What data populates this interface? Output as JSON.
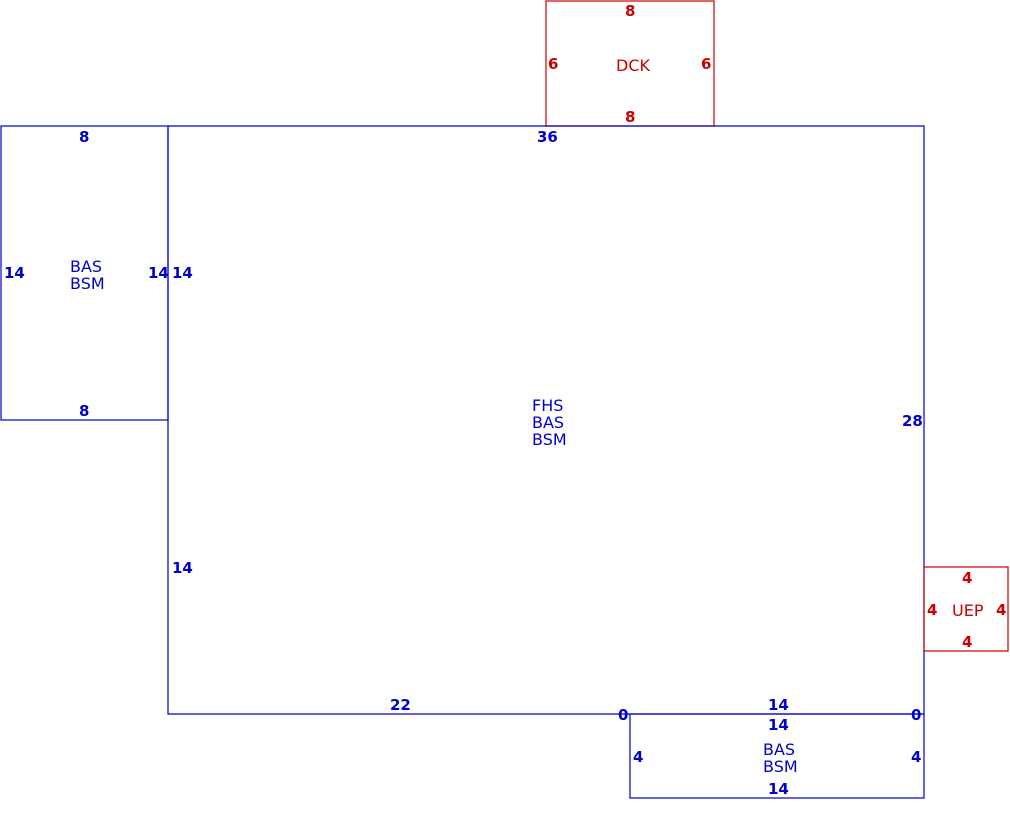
{
  "colors": {
    "main": "#0000cc",
    "addition": "#cc0000"
  },
  "areas": {
    "main": {
      "codes": [
        "FHS",
        "BAS",
        "BSM"
      ],
      "dims": {
        "top": "36",
        "right": "28",
        "bottom": "22",
        "left_upper": "14",
        "left_lower": "14"
      }
    },
    "left_wing": {
      "codes": [
        "BAS",
        "BSM"
      ],
      "dims": {
        "top": "8",
        "bottom": "8",
        "left": "14",
        "right": "14"
      }
    },
    "deck": {
      "codes": [
        "DCK"
      ],
      "dims": {
        "top": "8",
        "bottom": "8",
        "left": "6",
        "right": "6"
      }
    },
    "porch": {
      "codes": [
        "UEP"
      ],
      "dims": {
        "top": "4",
        "bottom": "4",
        "left": "4",
        "right": "4"
      }
    },
    "bottom_wing": {
      "codes": [
        "BAS",
        "BSM"
      ],
      "dims": {
        "top_outer": "14",
        "top_inner": "14",
        "bottom": "14",
        "left": "4",
        "right": "4",
        "corner_left": "0",
        "corner_right": "0"
      }
    }
  }
}
